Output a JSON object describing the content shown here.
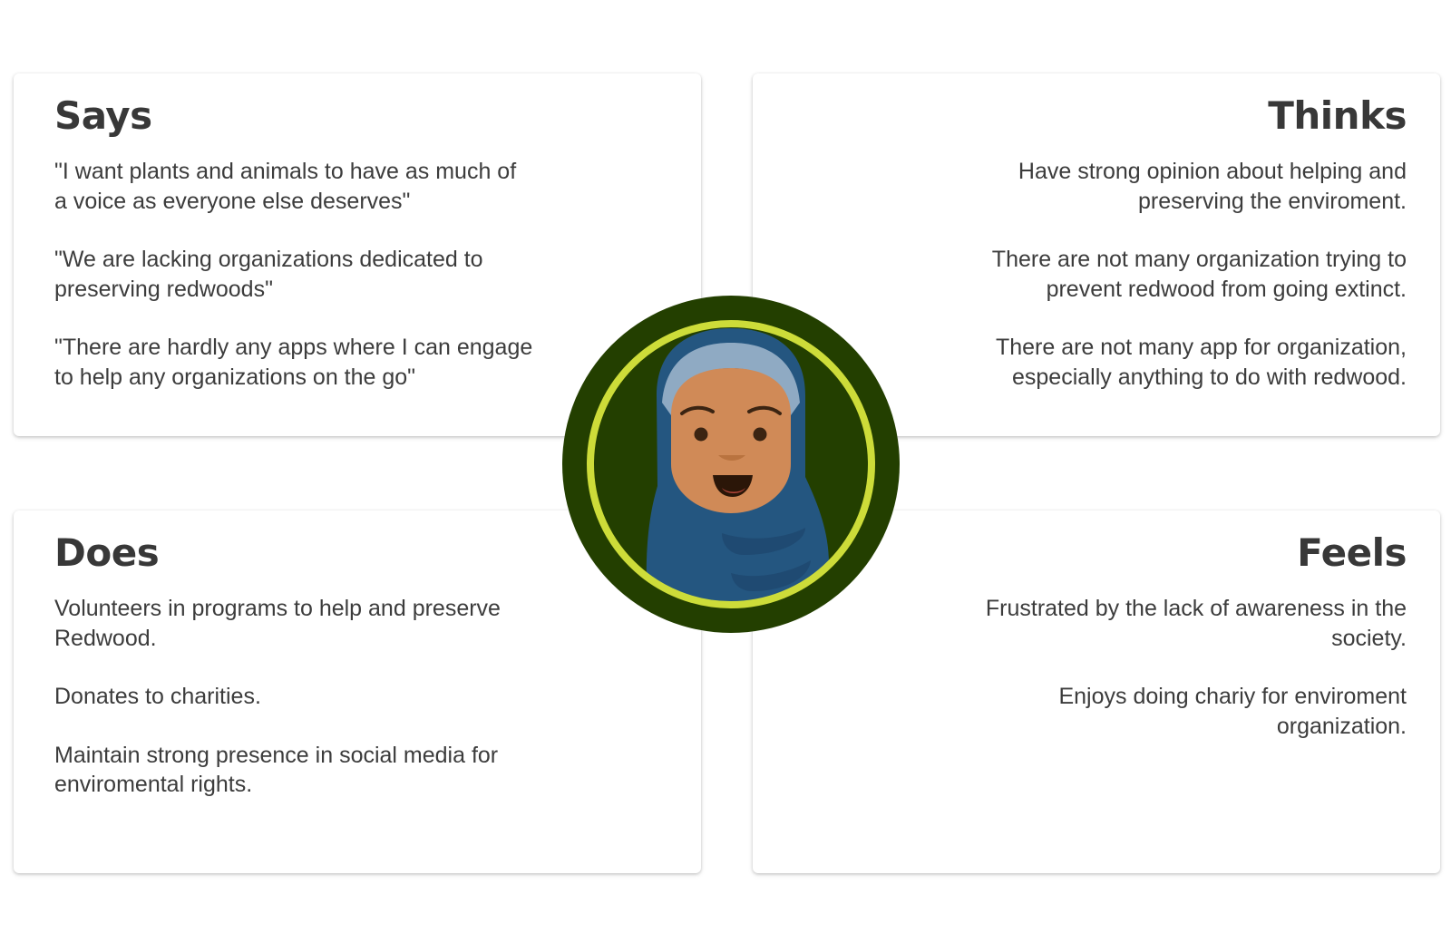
{
  "quadrants": {
    "says": {
      "title": "Says",
      "items": [
        "\"I want plants and animals to have as much of\na voice as everyone else deserves\"",
        "\"We are lacking organizations dedicated to\npreserving redwoods\"",
        "\"There are hardly any apps where I can engage\nto help any organizations on the go\""
      ]
    },
    "thinks": {
      "title": "Thinks",
      "items": [
        "Have strong opinion about helping and\npreserving the enviroment.",
        "There are not many organization  trying to\nprevent redwood from going extinct.",
        "There are not many app  for organization,\nespecially anything to do with redwood."
      ]
    },
    "does": {
      "title": "Does",
      "items": [
        "Volunteers in programs to help and preserve\nRedwood.",
        "Donates to charities.",
        "Maintain strong presence in social media for\nenviromental rights."
      ]
    },
    "feels": {
      "title": "Feels",
      "items": [
        "Frustrated by the lack of awareness  in the\nsociety.",
        "Enjoys doing chariy for enviroment\norganization."
      ]
    }
  },
  "avatar": {
    "icon": "person-hijab-avatar-icon",
    "colors": {
      "outer_circle": "#233f00",
      "ring": "#cddc39",
      "hijab": "#245680",
      "hijab_band": "#8faac3",
      "skin": "#d08a57"
    }
  }
}
